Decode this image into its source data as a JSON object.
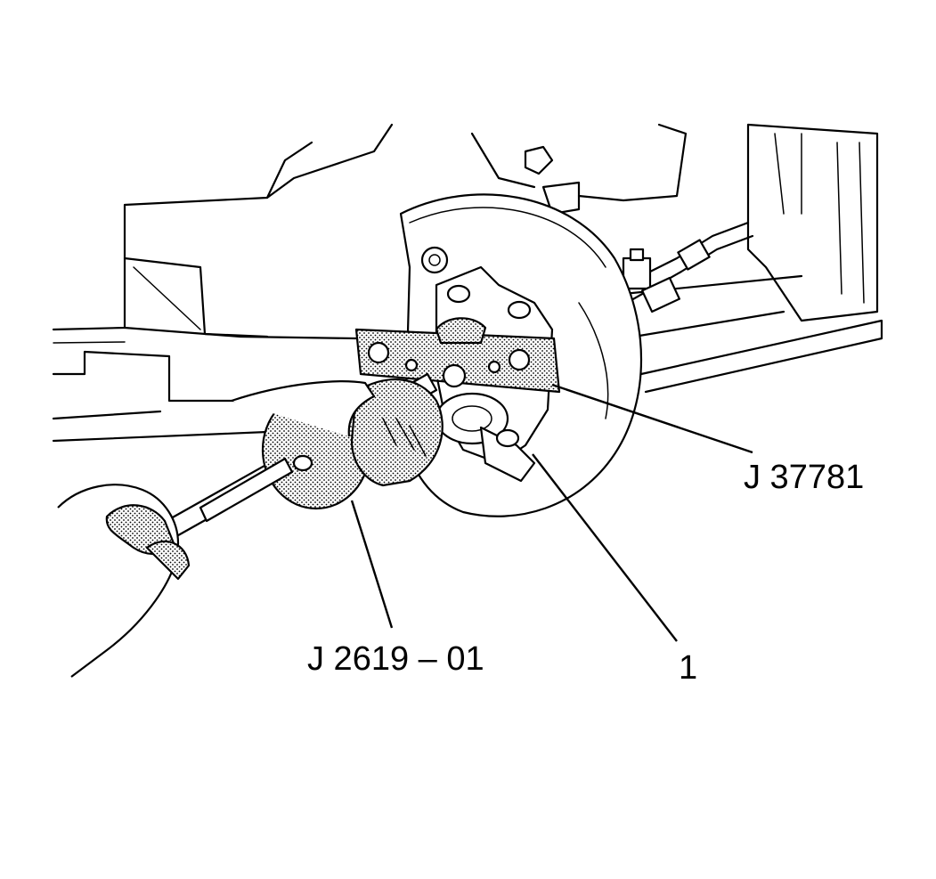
{
  "callouts": {
    "slide_hammer": "J 2619 – 01",
    "hub_remover": "J 37781",
    "part_number": "1"
  },
  "colors": {
    "ink": "#000000",
    "paper": "#ffffff"
  }
}
